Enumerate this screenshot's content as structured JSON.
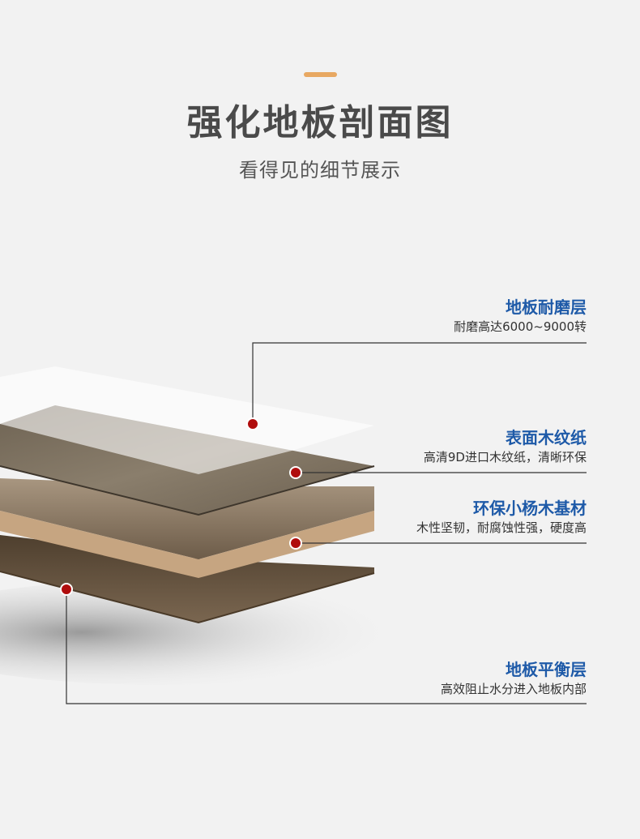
{
  "header": {
    "title": "强化地板剖面图",
    "subtitle": "看得见的细节展示",
    "accent_color": "#e8a862"
  },
  "layers": [
    {
      "name": "地板耐磨层",
      "desc": "耐磨高达6000~9000转"
    },
    {
      "name": "表面木纹纸",
      "desc": "高清9D进口木纹纸，清晰环保"
    },
    {
      "name": "环保小杨木基材",
      "desc": "木性坚韧，耐腐蚀性强，硬度高"
    },
    {
      "name": "地板平衡层",
      "desc": "高效阻止水分进入地板内部"
    }
  ],
  "colors": {
    "label_title": "#1e5aa8",
    "marker": "#b00d0d"
  }
}
